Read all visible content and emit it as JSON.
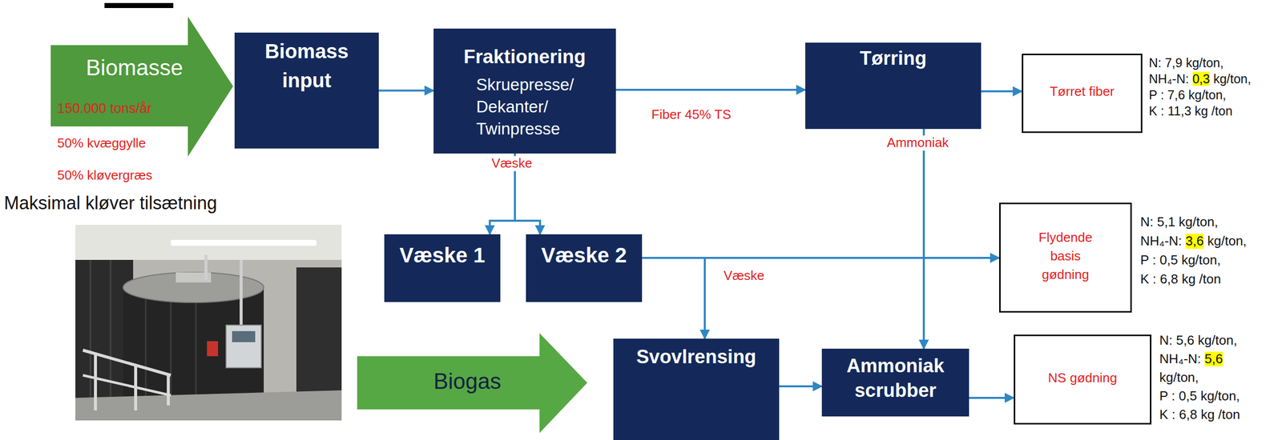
{
  "diagram": {
    "nodes": [
      {
        "text": [
          "Biomasse",
          "150.000 tons/år"
        ]
      },
      {
        "text": [
          "Biomass input"
        ]
      },
      {
        "text": [
          "Fraktionering",
          "Skruepresse/ Dekanter/ Twinpresse"
        ]
      },
      {
        "text": [
          "Tørring"
        ]
      },
      {
        "text": [
          "Tørret fiber"
        ]
      },
      {
        "text": [
          "Væske 1"
        ]
      },
      {
        "text": [
          "Væske 2"
        ]
      },
      {
        "text": [
          "Flydende basis gødning"
        ]
      },
      {
        "text": [
          "Biogas"
        ]
      },
      {
        "text": [
          "Svovlrensing"
        ]
      },
      {
        "text": [
          "Ammoniak scrubber"
        ]
      },
      {
        "text": [
          "NS gødning"
        ]
      }
    ],
    "edges": [
      {
        "from": 1,
        "to": 2,
        "arrow": "to"
      },
      {
        "from": 2,
        "to": 3,
        "label": "Fiber 45% TS",
        "arrow": "to"
      },
      {
        "from": 3,
        "to": 4,
        "arrow": "to"
      },
      {
        "from": 2,
        "to": 5,
        "label": "Væske",
        "arrow": "to"
      },
      {
        "from": 2,
        "to": 6,
        "arrow": "to"
      },
      {
        "from": 3,
        "to": 10,
        "label": "Ammoniak",
        "arrow": "to"
      },
      {
        "from": 6,
        "to": 7,
        "arrow": "to"
      },
      {
        "from": 6,
        "to": 9,
        "label": "Væske",
        "arrow": "to"
      },
      {
        "from": 9,
        "to": 10,
        "arrow": "to"
      },
      {
        "from": 10,
        "to": 11,
        "arrow": "to"
      }
    ],
    "labels": [
      "50% kvæggylle",
      "50% kløvergræs",
      "Maksimal kløver tilsætning",
      "N: 7,9 kg/ton,",
      "NH₄-N:",
      "0,3",
      "kg/ton,",
      "P : 7,6 kg/ton,",
      "K : 11,3 kg /ton",
      "N: 5,1 kg/ton,",
      "NH₄-N:",
      "3,6",
      "kg/ton,",
      "P : 0,5 kg/ton,",
      "K : 6,8 kg /ton",
      "N: 5,6 kg/ton,",
      "NH₄-N:",
      "5,6",
      "kg/ton,",
      "P : 0,5 kg/ton,",
      "K : 6,8 kg /ton"
    ]
  }
}
